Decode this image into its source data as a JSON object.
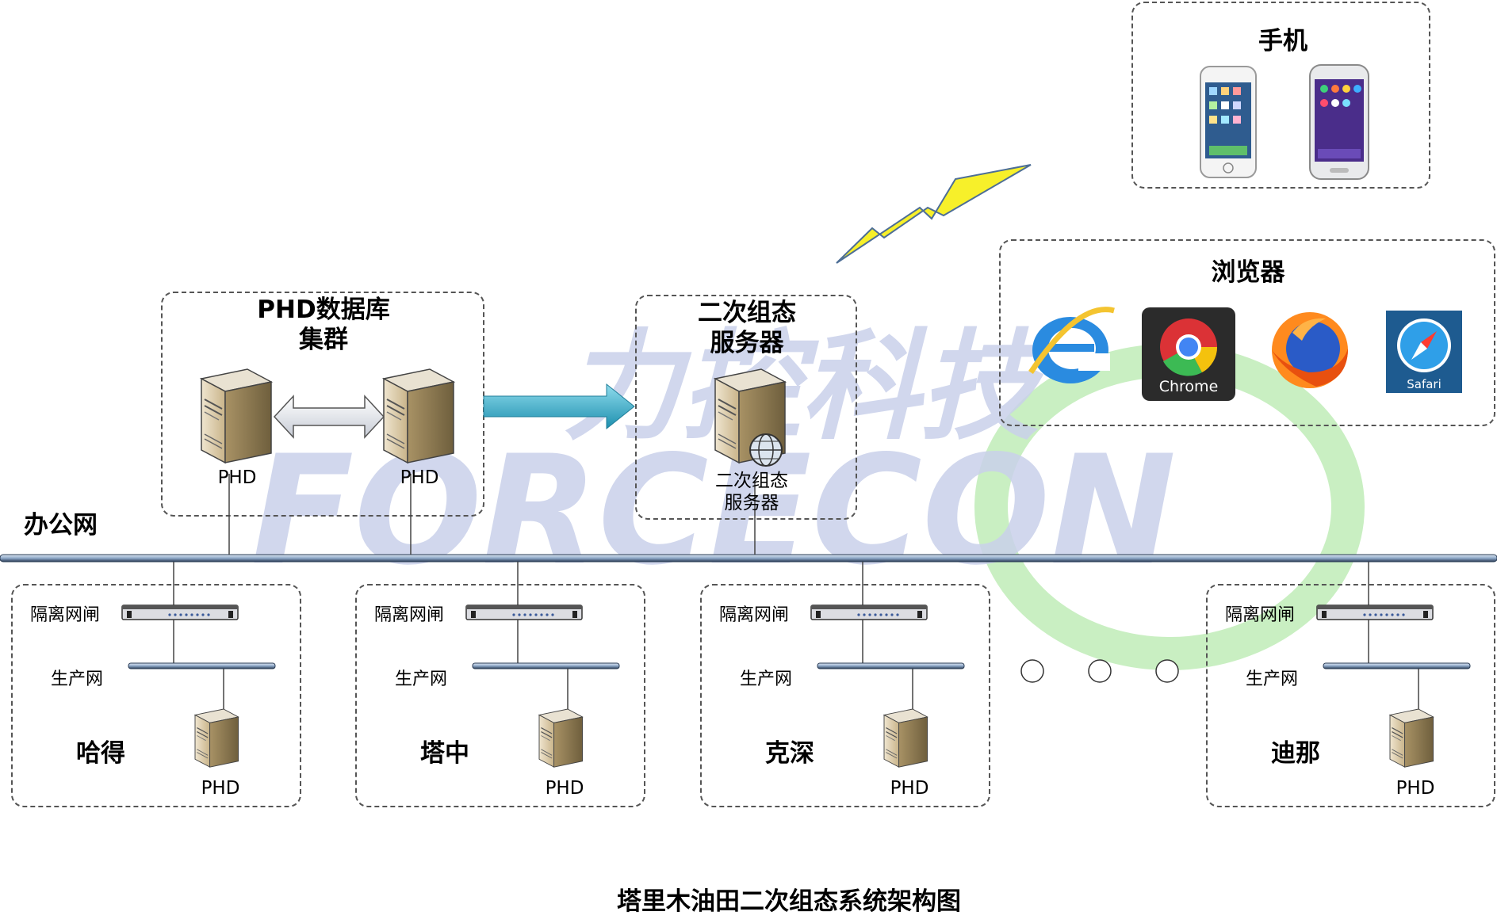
{
  "title": "塔里木油田二次组态系统架构图",
  "watermark": {
    "cn": "力控科技",
    "en": "FORCECON"
  },
  "office_net_label": "办公网",
  "phd_cluster": {
    "title_line1": "PHD数据库",
    "title_line2": "集群",
    "server_a": "PHD",
    "server_b": "PHD"
  },
  "config_server": {
    "title_line1": "二次组态",
    "title_line2": "服务器",
    "label_line1": "二次组态",
    "label_line2": "服务器"
  },
  "phone_group": {
    "title": "手机"
  },
  "browser_group": {
    "title": "浏览器",
    "browsers": [
      "Chrome",
      "Safari"
    ],
    "icons": [
      "ie-icon",
      "chrome-icon",
      "firefox-icon",
      "safari-icon"
    ]
  },
  "sites": [
    {
      "name": "哈得",
      "gate": "隔离网闸",
      "prod_net": "生产网",
      "server": "PHD"
    },
    {
      "name": "塔中",
      "gate": "隔离网闸",
      "prod_net": "生产网",
      "server": "PHD"
    },
    {
      "name": "克深",
      "gate": "隔离网闸",
      "prod_net": "生产网",
      "server": "PHD"
    },
    {
      "name": "迪那",
      "gate": "隔离网闸",
      "prod_net": "生产网",
      "server": "PHD"
    }
  ],
  "colors": {
    "network_bus": "#8fa9c9",
    "lightning": "#f7f02a",
    "arrow": "#3bb3cc",
    "watermark": "#c9d1ea",
    "watermark_swoosh": "#c9efc2"
  }
}
